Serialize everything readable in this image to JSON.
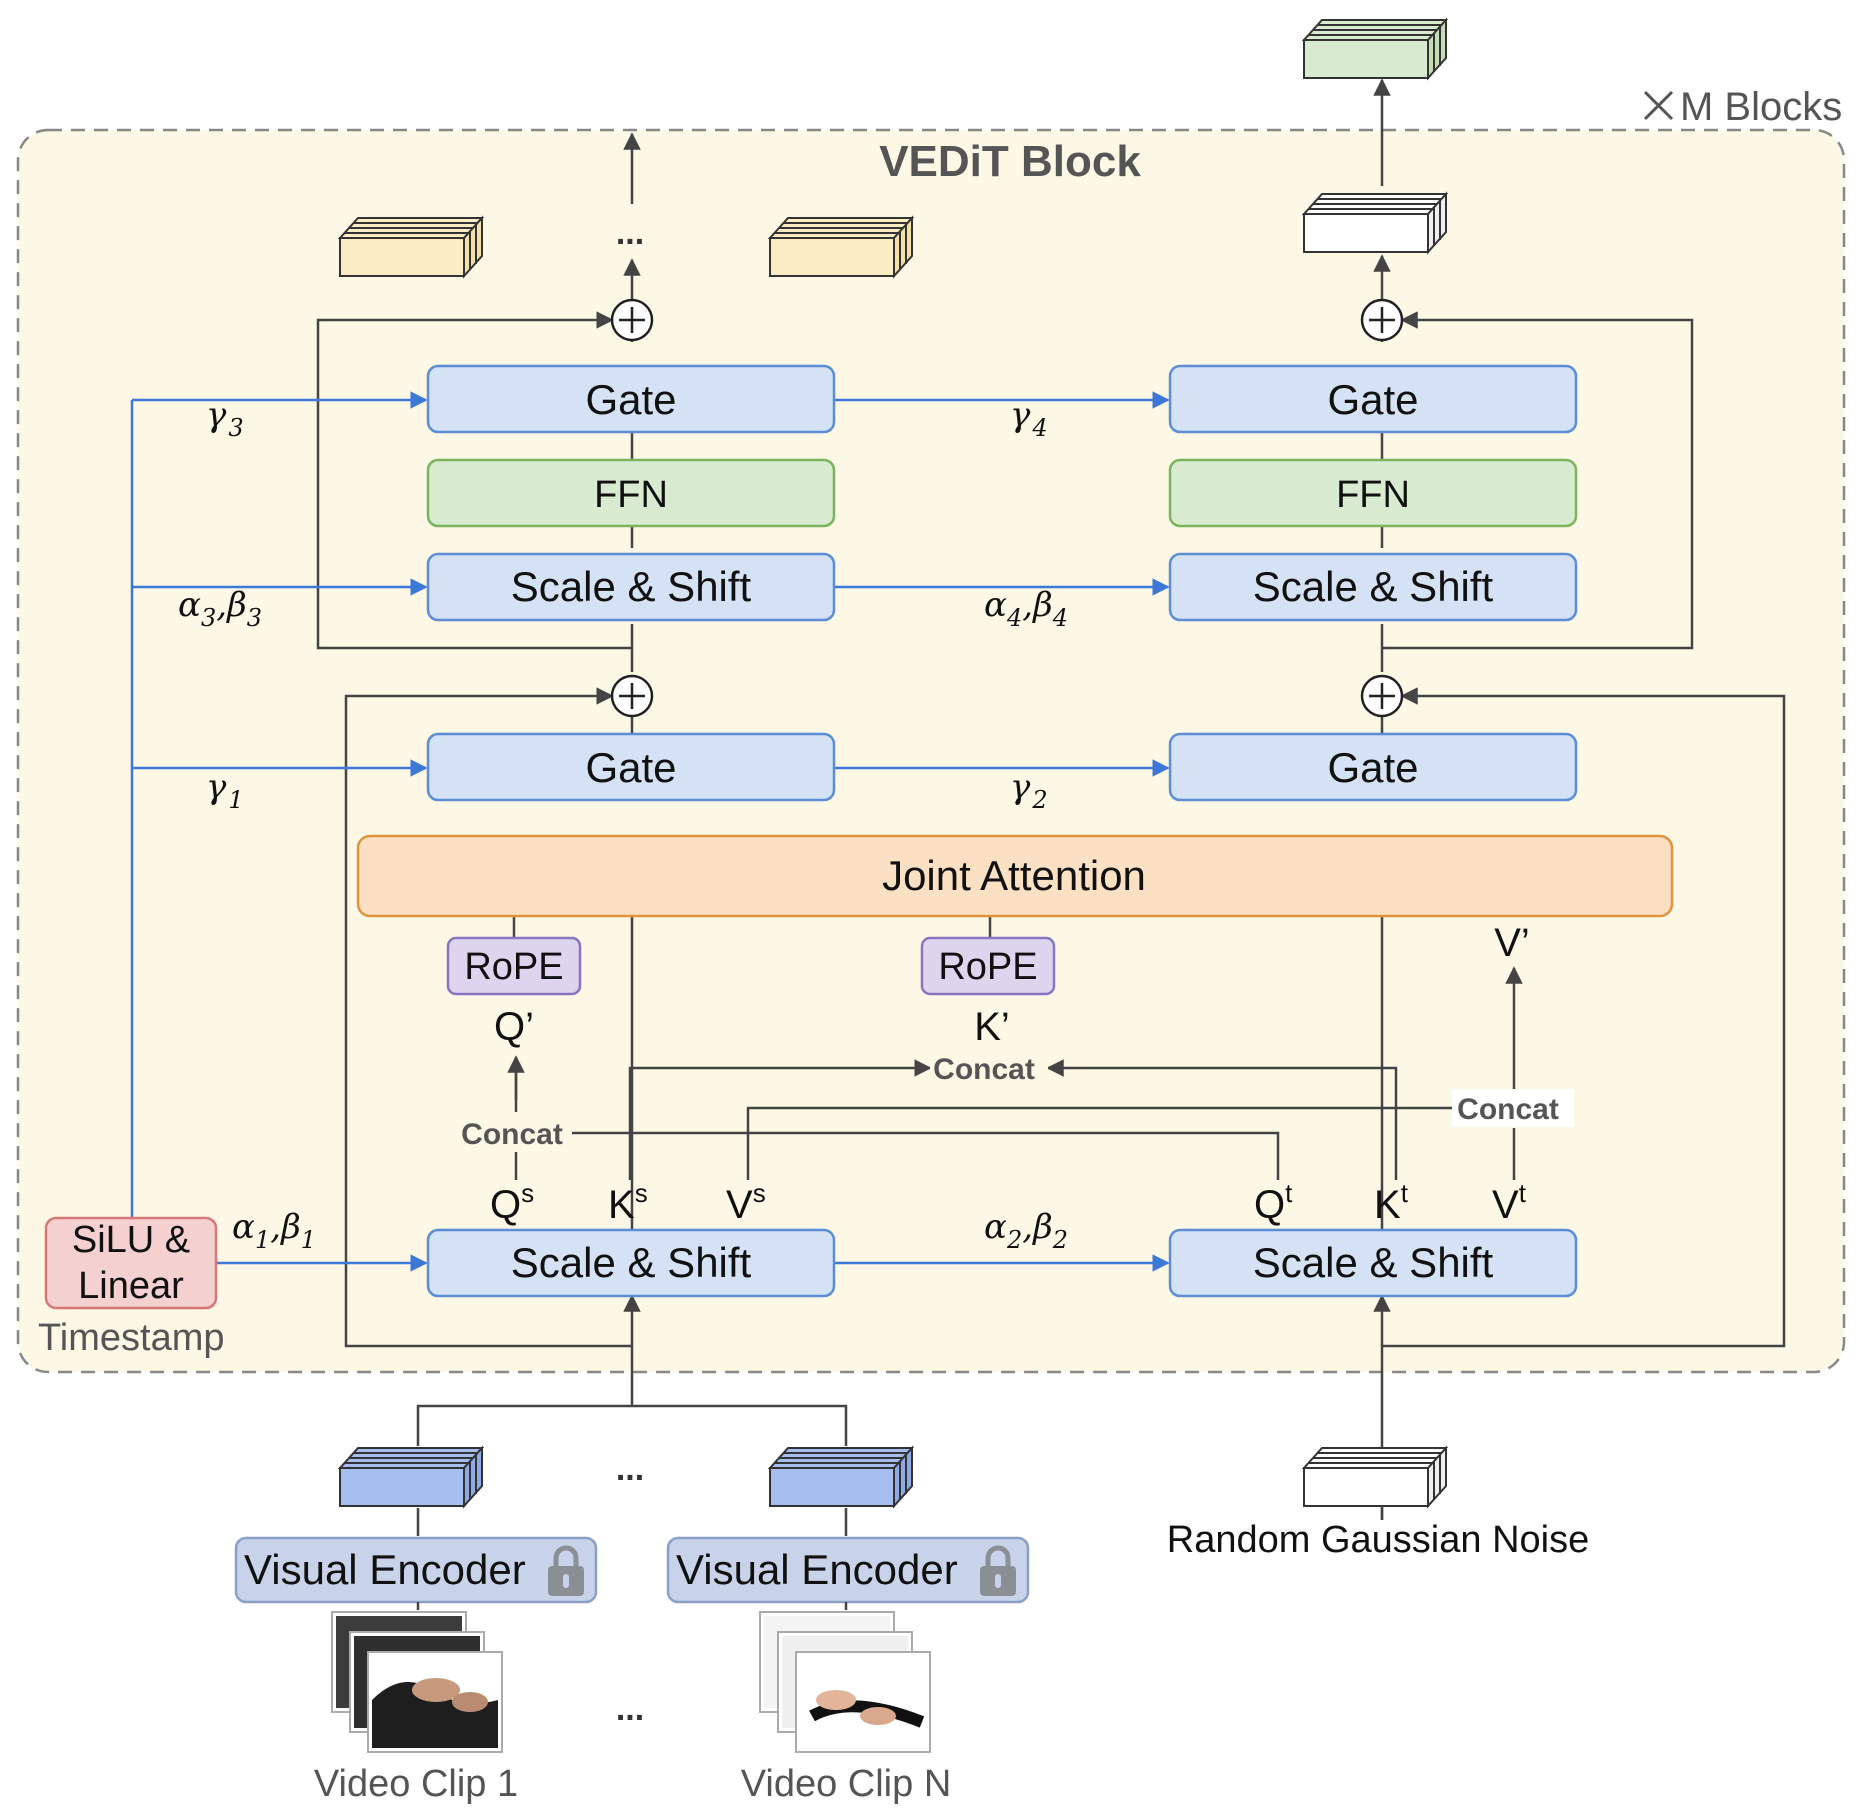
{
  "title": "VEDiT Block",
  "repeat_label": "M Blocks",
  "left_stream": {
    "gate_top": "Gate",
    "ffn": "FFN",
    "scale_shift_top": "Scale & Shift",
    "gate_bottom": "Gate",
    "scale_shift_bottom": "Scale & Shift"
  },
  "right_stream": {
    "gate_top": "Gate",
    "ffn": "FFN",
    "scale_shift_top": "Scale & Shift",
    "gate_bottom": "Gate",
    "scale_shift_bottom": "Scale & Shift"
  },
  "joint_attention": "Joint Attention",
  "rope": [
    "RoPE",
    "RoPE"
  ],
  "qkv": {
    "q_prime": "Q’",
    "k_prime": "K’",
    "v_prime": "V’",
    "q_s": "Q",
    "k_s": "K",
    "v_s": "V",
    "sup_s": "s",
    "q_t": "Q",
    "k_t": "K",
    "v_t": "V",
    "sup_t": "t"
  },
  "concat": [
    "Concat",
    "Concat",
    "Concat"
  ],
  "params": {
    "gamma": "γ",
    "alpha": "α",
    "beta": "β",
    "g3": "3",
    "g4": "4",
    "g1": "1",
    "g2": "2",
    "a3": "3",
    "a4": "4",
    "a1": "1",
    "a2": "2"
  },
  "silu_linear": [
    "SiLU &",
    "Linear"
  ],
  "timestamp": "Timestamp",
  "visual_encoder": [
    "Visual Encoder",
    "Visual Encoder"
  ],
  "video_clips": [
    "Video Clip 1",
    "Video Clip N"
  ],
  "noise": "Random Gaussian Noise",
  "ellipsis": "...",
  "colors": {
    "block_bg": "#fdf7e6",
    "blue_box": "#d5e1f4",
    "blue_stroke": "#5b8ed6",
    "green_box": "#d8ead0",
    "green_stroke": "#7ab45c",
    "orange_box": "#fbe0c4",
    "orange_stroke": "#e0943e",
    "purple_box": "#ddd4ee",
    "purple_stroke": "#8a74c0",
    "pink_box": "#f4d0d0",
    "pink_stroke": "#d77878",
    "param_line": "#3b78d8"
  }
}
